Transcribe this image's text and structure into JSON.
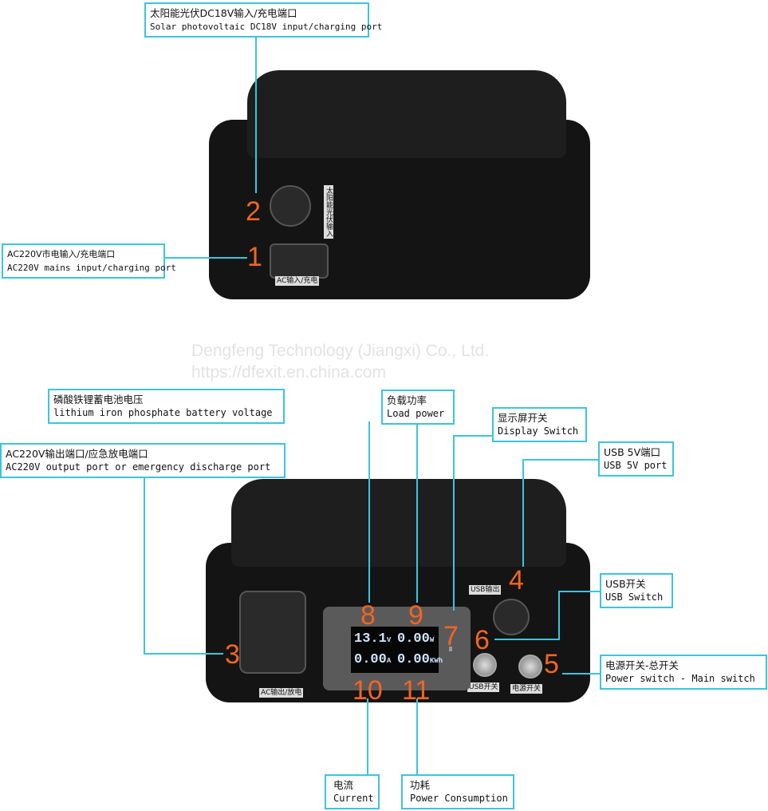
{
  "labels": {
    "solar": {
      "zh": "太阳能光伏DC18V输入/充电端口",
      "en": "Solar photovoltaic DC18V input/charging port"
    },
    "mains": {
      "zh": "AC220V市电输入/充电端口",
      "en": "AC220V mains input/charging port"
    },
    "battery_voltage": {
      "zh": "磷酸铁锂蓄电池电压",
      "en": "lithium iron phosphate battery voltage"
    },
    "ac_output": {
      "zh": "AC220V输出端口/应急放电端口",
      "en": "AC220V output port or emergency discharge port"
    },
    "load_power": {
      "zh": "负载功率",
      "en": "Load power"
    },
    "display_switch": {
      "zh": "显示屏开关",
      "en": "Display Switch"
    },
    "usb_port": {
      "zh": "USB 5V端口",
      "en": "USB 5V port"
    },
    "usb_switch": {
      "zh": "USB开关",
      "en": "USB Switch"
    },
    "power_switch": {
      "zh": "电源开关-总开关",
      "en": "Power switch - Main switch"
    },
    "current": {
      "zh": "电流",
      "en": "Current"
    },
    "consumption": {
      "zh": "功耗",
      "en": "Power Consumption"
    }
  },
  "numbers": [
    "1",
    "2",
    "3",
    "4",
    "5",
    "6",
    "7",
    "8",
    "9",
    "10",
    "11"
  ],
  "watermark": {
    "line1": "Dengfeng Technology (Jiangxi) Co., Ltd.",
    "line2": "https://dfexit.en.china.com"
  },
  "device_tags": {
    "ac_in": "AC输入/充电",
    "solar_in": "太阳能光伏输入",
    "ac_out": "AC输出/放电",
    "usb_out": "USB输出",
    "usb_sw": "USB开关",
    "power_sw": "电源开关"
  },
  "display": {
    "voltage": "13.1",
    "voltage_unit": "V",
    "power": "0.00",
    "power_unit": "W",
    "current": "0.00",
    "current_unit": "A",
    "energy": "0.00",
    "energy_unit": "KWh"
  },
  "colors": {
    "callout_border": "#3cc4de",
    "number": "#f26522"
  }
}
